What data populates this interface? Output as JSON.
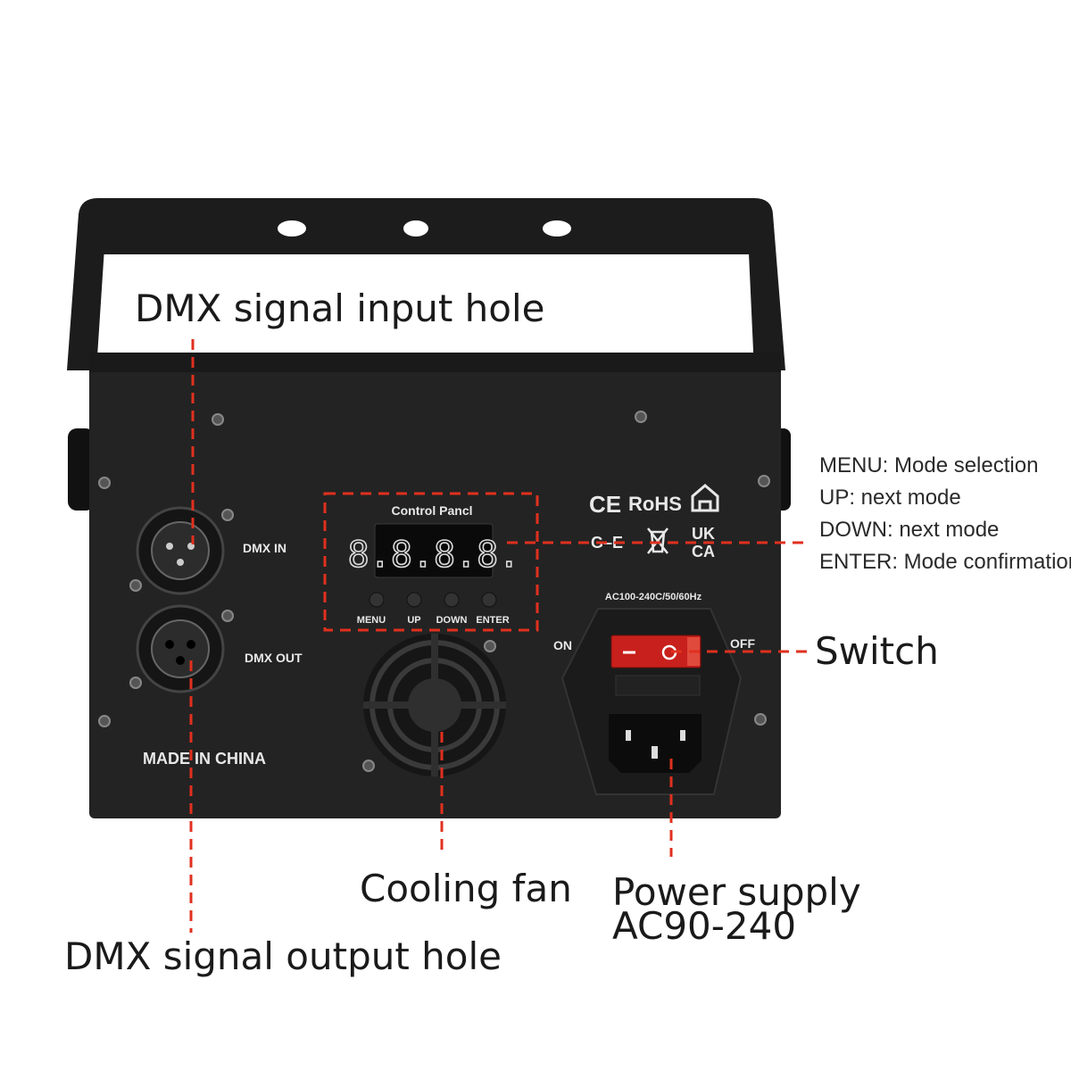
{
  "callouts": {
    "dmx_input": "DMX signal input hole",
    "dmx_output": "DMX signal output hole",
    "cooling_fan": "Cooling fan",
    "power_supply_line1": "Power supply",
    "power_supply_line2": "AC90-240",
    "switch": "Switch"
  },
  "button_legend": [
    "MENU: Mode selection",
    "UP: next mode",
    "DOWN: next mode",
    "ENTER: Mode confirmation"
  ],
  "device": {
    "control_panel_title": "Control Pancl",
    "display_value": "8.8.8.8.",
    "buttons": [
      "MENU",
      "UP",
      "DOWN",
      "ENTER"
    ],
    "dmx_in_label": "DMX IN",
    "dmx_out_label": "DMX OUT",
    "made_in": "MADE IN CHINA",
    "power_rating": "AC100-240C/50/60Hz",
    "switch_on": "ON",
    "switch_off": "OFF",
    "cert_ce": "CE",
    "cert_rohs": "RoHS",
    "cert_ukca_1": "UK",
    "cert_ukca_2": "CA"
  },
  "colors": {
    "accent": "#e0301e",
    "body": "#232323",
    "switch": "#c8201c"
  }
}
